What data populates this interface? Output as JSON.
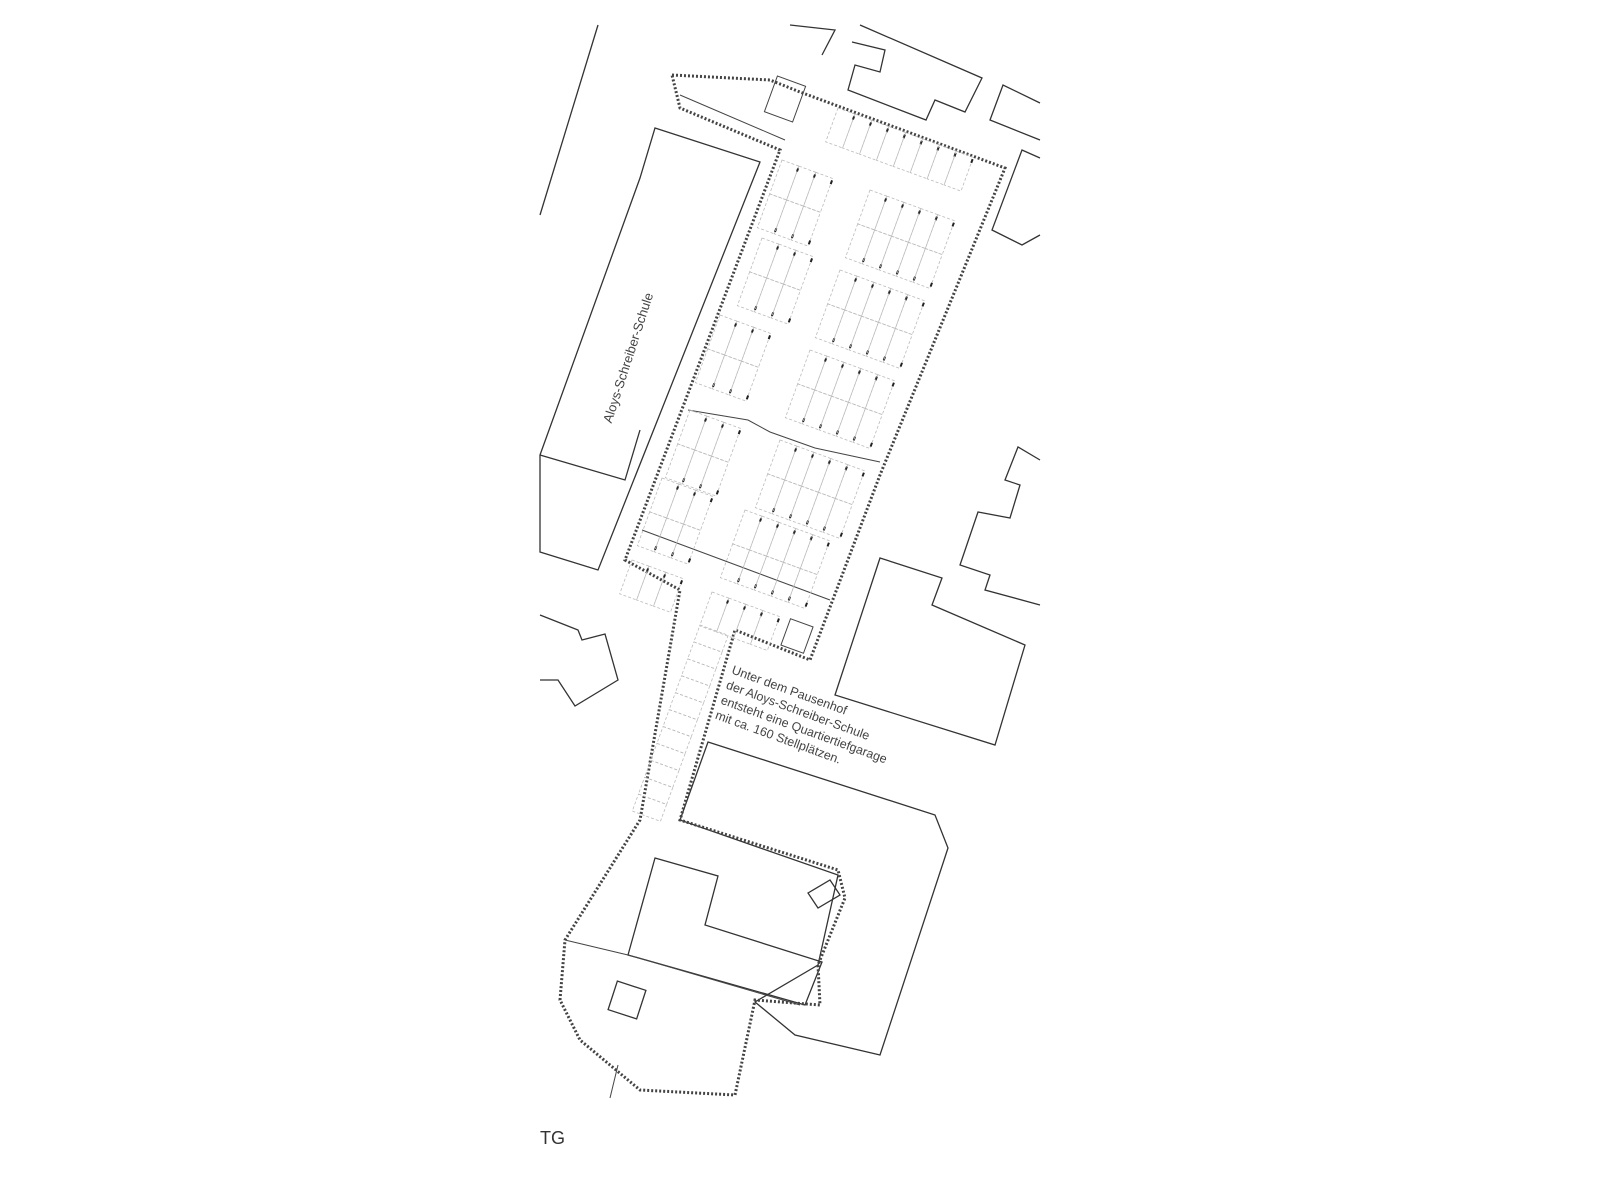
{
  "plan": {
    "school_label": "Aloys-Schreiber-Schule",
    "note_lines": [
      "Unter dem Pausenhof",
      "der Aloys-Schreiber-Schule",
      "entsteht eine Quartiertiefgarage",
      "mit ca. 160 Stellplätzen."
    ],
    "caption": "TG"
  }
}
